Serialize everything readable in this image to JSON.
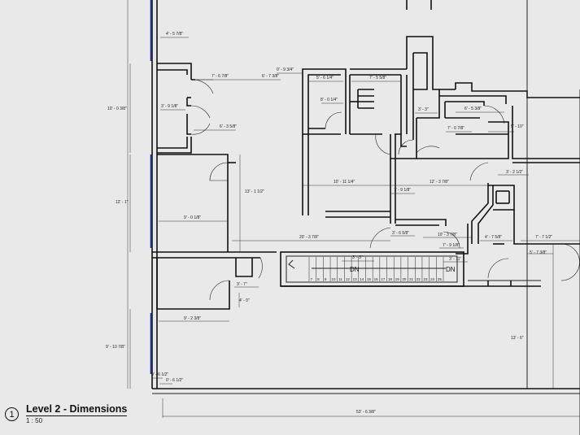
{
  "view": {
    "number": "1",
    "title": "Level 2 - Dimensions",
    "scale": "1 : 50"
  },
  "stairs": {
    "left_label": "DN",
    "right_label": "DN",
    "steps": [
      "7",
      "8",
      "9",
      "10",
      "11",
      "12",
      "13",
      "14",
      "15",
      "16",
      "17",
      "18",
      "19",
      "20",
      "21",
      "22",
      "23",
      "24",
      "25"
    ]
  },
  "dimensions": [
    "4' - 5 7/8\"",
    "7' - 6 7/8\"",
    "0' - 9 3/4\"",
    "6' - 7 3/8\"",
    "5' - 6 1/4\"",
    "7' - 5 5/8\"",
    "10' - 0 3/8\"",
    "3' - 9 1/8\"",
    "8' - 0 1/4\"",
    "3' - 3\"",
    "6' - 5 3/8\"",
    "6' - 3 5/8\"",
    "7' - 0 7/8\"",
    "5' - 10\"",
    "10' - 11 1/4\"",
    "12' - 3 7/8\"",
    "3' - 2 1/2\"",
    "12' - 1\"",
    "13' - 1 1/2\"",
    "7' - 9 1/8\"",
    "9' - 0 1/8\"",
    "20' - 3 7/8\"",
    "3' - 6 5/8\"",
    "10' - 3 7/8\"",
    "4' - 7 5/8\"",
    "7' - 7 1/2\"",
    "7' - 9 1/8\"",
    "5' - 7 3/8\"",
    "3' - 3\"",
    "3' - 11\"",
    "3' - 7\"",
    "4' - 0\"",
    "9' - 2 3/8\"",
    "13' - 6\"",
    "9' - 10 7/8\"",
    "0' - 6 1/2\"",
    "0' - 6 1/2\"",
    "53' - 6 3/8\""
  ]
}
